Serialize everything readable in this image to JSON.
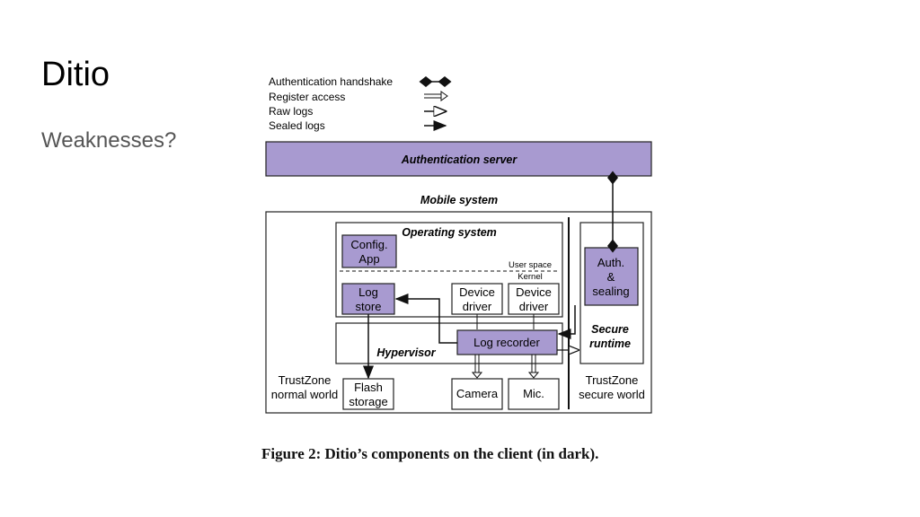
{
  "slide": {
    "title": "Ditio",
    "subtitle": "Weaknesses?"
  },
  "legend": [
    {
      "label": "Authentication handshake",
      "style": "diamond-both"
    },
    {
      "label": "Register access",
      "style": "hollow-double"
    },
    {
      "label": "Raw logs",
      "style": "open-arrow"
    },
    {
      "label": "Sealed logs",
      "style": "filled-arrow"
    }
  ],
  "diagram": {
    "auth_server": "Authentication server",
    "mobile_system": "Mobile system",
    "operating_system": "Operating system",
    "config_app": [
      "Config.",
      "App"
    ],
    "user_space": "User space",
    "kernel": "Kernel",
    "log_store": [
      "Log",
      "store"
    ],
    "device_driver_1": [
      "Device",
      "driver"
    ],
    "device_driver_2": [
      "Device",
      "driver"
    ],
    "hypervisor": "Hypervisor",
    "log_recorder": "Log recorder",
    "auth_sealing": [
      "Auth.",
      "&",
      "sealing"
    ],
    "secure_runtime": [
      "Secure",
      "runtime"
    ],
    "trustzone_normal": [
      "TrustZone",
      "normal world"
    ],
    "flash_storage": [
      "Flash",
      "storage"
    ],
    "camera": "Camera",
    "mic": "Mic.",
    "trustzone_secure": [
      "TrustZone",
      "secure world"
    ]
  },
  "caption": "Figure 2: Ditio’s components on the client (in dark).",
  "colors": {
    "component_fill": "#a89ad0",
    "stroke": "#222222"
  }
}
